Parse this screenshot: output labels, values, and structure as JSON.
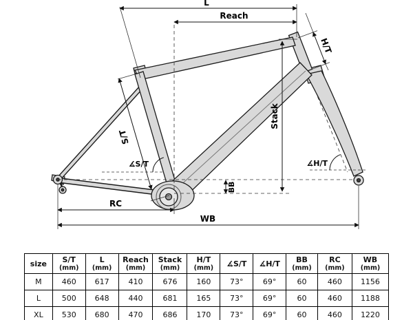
{
  "diagram": {
    "labels": {
      "l": "L",
      "reach": "Reach",
      "ht": "H/T",
      "stack": "Stack",
      "st": "S/T",
      "st_angle": "∡S/T",
      "ht_angle": "∡H/T",
      "bb": "BB",
      "rc": "RC",
      "wb": "WB"
    }
  },
  "table": {
    "headers": [
      {
        "name": "size",
        "unit": ""
      },
      {
        "name": "S/T",
        "unit": "(mm)"
      },
      {
        "name": "L",
        "unit": "(mm)"
      },
      {
        "name": "Reach",
        "unit": "(mm)"
      },
      {
        "name": "Stack",
        "unit": "(mm)"
      },
      {
        "name": "H/T",
        "unit": "(mm)"
      },
      {
        "name": "∡S/T",
        "unit": ""
      },
      {
        "name": "∡H/T",
        "unit": ""
      },
      {
        "name": "BB",
        "unit": "(mm)"
      },
      {
        "name": "RC",
        "unit": "(mm)"
      },
      {
        "name": "WB",
        "unit": "(mm)"
      }
    ],
    "rows": [
      {
        "size": "M",
        "values": [
          "460",
          "617",
          "410",
          "676",
          "160",
          "73°",
          "69°",
          "60",
          "460",
          "1156"
        ]
      },
      {
        "size": "L",
        "values": [
          "500",
          "648",
          "440",
          "681",
          "165",
          "73°",
          "69°",
          "60",
          "460",
          "1188"
        ]
      },
      {
        "size": "XL",
        "values": [
          "530",
          "680",
          "470",
          "686",
          "170",
          "73°",
          "69°",
          "60",
          "460",
          "1220"
        ]
      }
    ]
  }
}
